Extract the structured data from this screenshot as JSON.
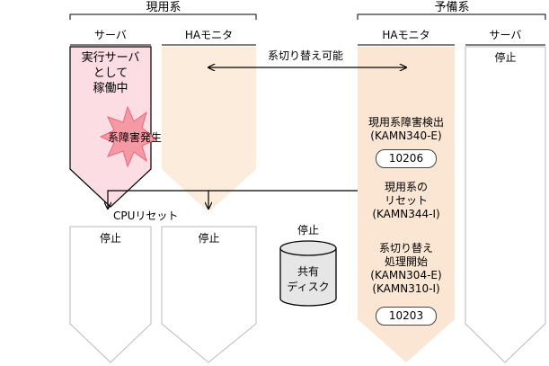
{
  "groups": {
    "active": "現用系",
    "standby": "予備系"
  },
  "columns": {
    "active_server": "サーバ",
    "active_monitor": "HAモニタ",
    "standby_monitor": "HAモニタ",
    "standby_server": "サーバ"
  },
  "active_server_state": [
    "実行サーバ",
    "として",
    "稼働中"
  ],
  "failure_burst": "系障害発生",
  "switchable_label": "系切り替え可能",
  "standby_server_state": "停止",
  "detect": {
    "lines": [
      "現用系障害検出",
      "(KAMN340-E)"
    ],
    "code": "10206"
  },
  "reset": {
    "lines": [
      "現用系の",
      "リセット",
      "(KAMN344-I)"
    ]
  },
  "cpu_reset": "CPUリセット",
  "after_reset": {
    "server_state": "停止",
    "monitor_state": "停止"
  },
  "shared_disk": {
    "state": "停止",
    "label_lines": [
      "共有",
      "ディスク"
    ]
  },
  "switch": {
    "lines": [
      "系切り替え",
      "処理開始",
      "(KAMN304-E)",
      "(KAMN310-I)"
    ],
    "code": "10203"
  },
  "colors": {
    "failed_server_fill": "#fbdde3",
    "monitor_fill": "#fbecdc",
    "standby_monitor_fill": "#fbe6d3",
    "stopped_fill": "#ffffff",
    "burst_fill": "#f59aa5",
    "outline": "#555555"
  }
}
